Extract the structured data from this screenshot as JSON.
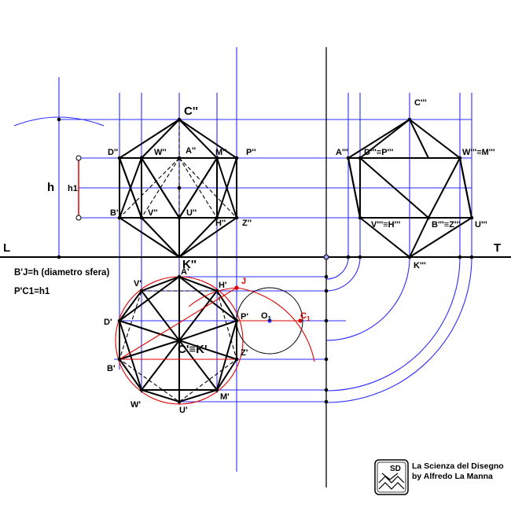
{
  "labels": {
    "L": "L",
    "T": "T",
    "h": "h",
    "h1": "h1",
    "front": {
      "C": "C''",
      "D": "D''",
      "W": "W''",
      "A": "A''",
      "M": "M''",
      "P": "P''",
      "B": "B''",
      "V": "V''",
      "U": "U''",
      "H": "H''",
      "Z": "Z''",
      "K": "K''"
    },
    "side": {
      "C": "C'''",
      "A": "A'''",
      "DP": "D'''≡P'''",
      "WM": "W'''≡M'''",
      "VH": "V'''≡H'''",
      "BZ": "B'''≡Z'''",
      "U": "U'''",
      "K": "K'''"
    },
    "top": {
      "A": "A'",
      "V": "V'",
      "H": "H'",
      "J": "J",
      "D": "D'",
      "P": "P'",
      "O1": "O",
      "O1_sub": "1",
      "C1": "C",
      "C1_sub": "1",
      "CK": "C'≡K'",
      "B": "B'",
      "Z": "Z'",
      "W": "W'",
      "M": "M'",
      "U": "U'"
    }
  },
  "notes": {
    "line1": "B'J=h (diametro sfera)",
    "line2": "P'C1=h1"
  },
  "credit": {
    "line1": "La Scienza del Disegno",
    "line2": "by Alfredo La Manna",
    "logo": "SD"
  },
  "colors": {
    "construction": "#2b2bff",
    "edges": "#000000",
    "highlight": "#e00000"
  }
}
